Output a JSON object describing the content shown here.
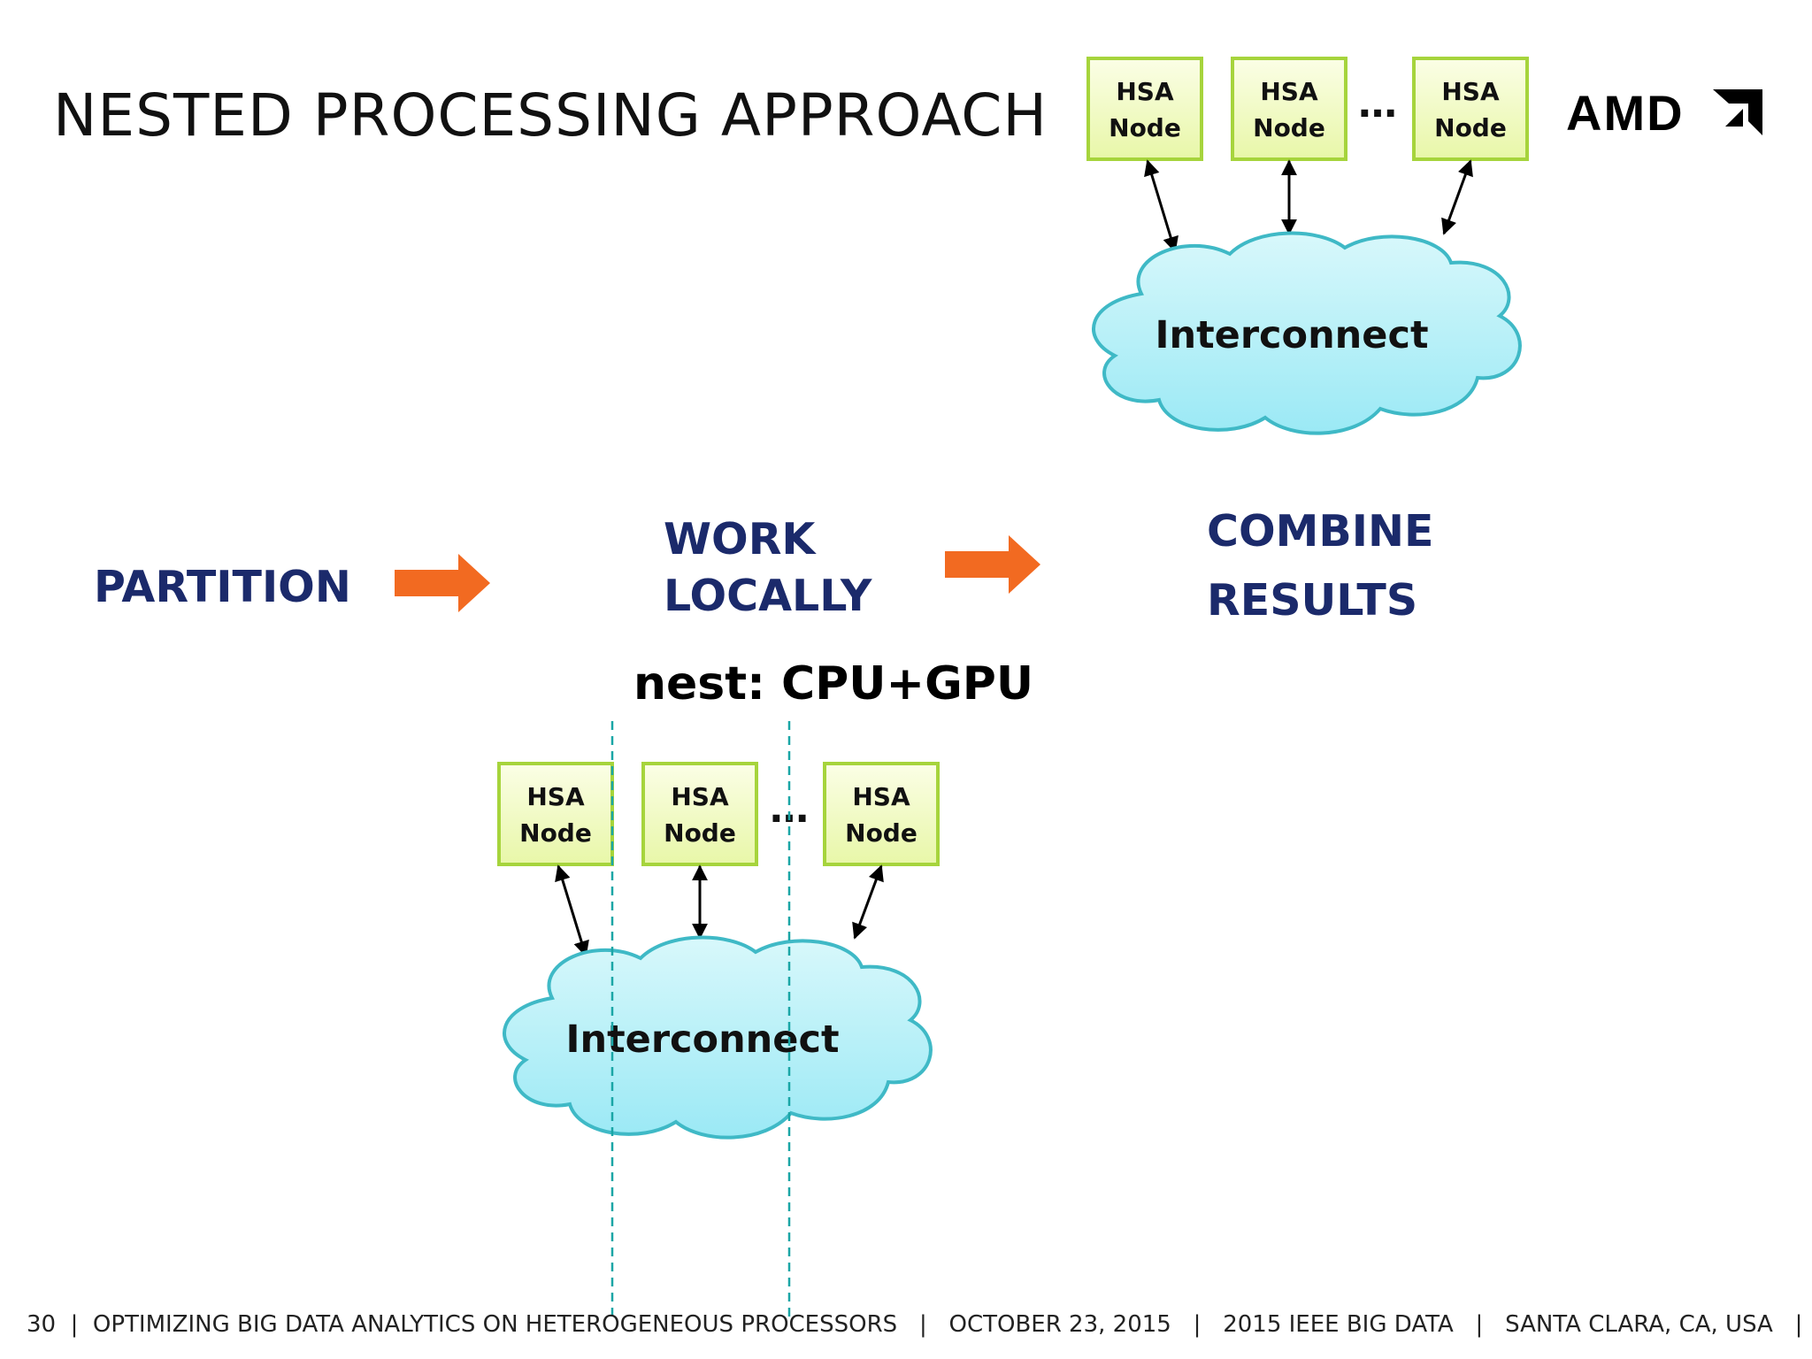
{
  "slide": {
    "title": "NESTED PROCESSING APPROACH",
    "logo_text": "AMD"
  },
  "steps": {
    "partition": "PARTITION",
    "work_line1": "WORK",
    "work_line2": "LOCALLY",
    "combine_line1": "COMBINE",
    "combine_line2": "RESULTS",
    "nest_label": "nest: CPU+GPU"
  },
  "top_diagram": {
    "nodes": [
      {
        "line1": "HSA",
        "line2": "Node"
      },
      {
        "line1": "HSA",
        "line2": "Node"
      },
      {
        "line1": "HSA",
        "line2": "Node"
      }
    ],
    "ellipsis": "…",
    "cloud_label": "Interconnect"
  },
  "bottom_diagram": {
    "nodes": [
      {
        "line1": "HSA",
        "line2": "Node"
      },
      {
        "line1": "HSA",
        "line2": "Node"
      },
      {
        "line1": "HSA",
        "line2": "Node"
      }
    ],
    "ellipsis": "…",
    "cloud_label": "Interconnect"
  },
  "footer": {
    "text": "30  |  OPTIMIZING BIG DATA ANALYTICS ON HETEROGENEOUS PROCESSORS   |   OCTOBER 23, 2015   |   2015 IEEE BIG DATA   |   SANTA CLARA, CA, USA   |"
  },
  "colors": {
    "node_fill": "#eef9b8",
    "node_border": "#a6d43c",
    "cloud_fill": "#a9eef8",
    "cloud_stroke": "#3fb9c6",
    "arrow_orange": "#f26a21",
    "step_text": "#1b2a6b",
    "dashed_line": "#1aa6a6"
  }
}
